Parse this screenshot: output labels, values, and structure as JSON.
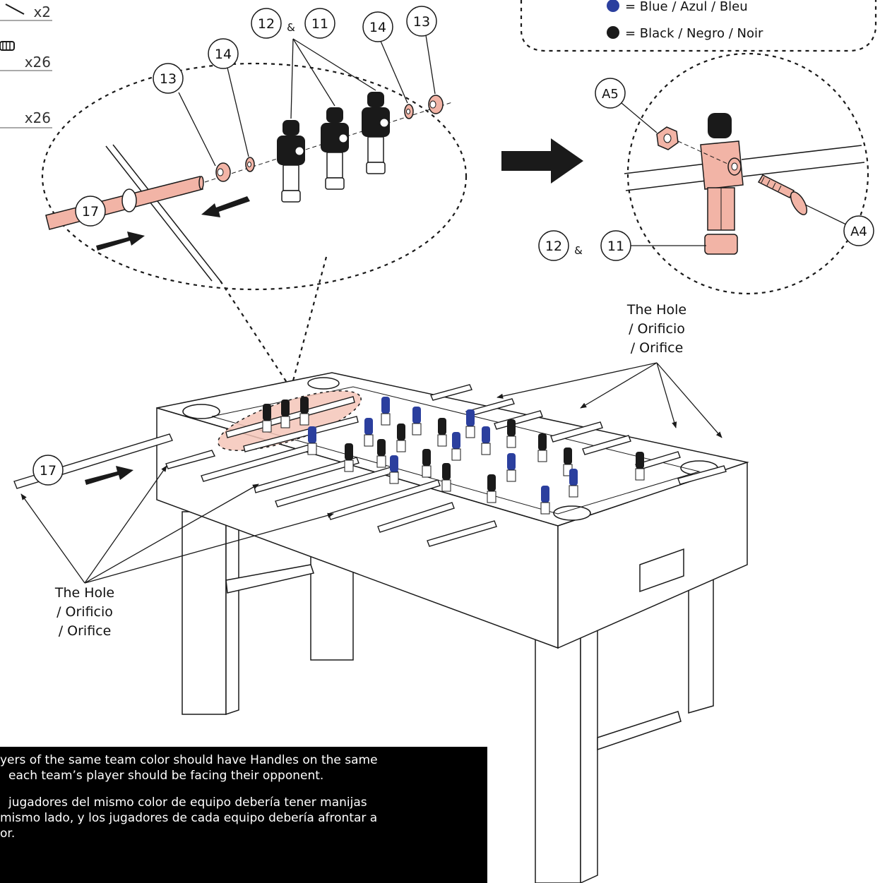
{
  "parts_list": {
    "qty_rods": "x2",
    "qty_washers_a": "x26",
    "qty_washers_b": "x26"
  },
  "callouts": {
    "rod": "17",
    "bumper_left": "13",
    "washer_left": "14",
    "player_a": "12",
    "amp1": "&",
    "player_b": "11",
    "washer_right": "14",
    "bumper_right": "13",
    "nut": "A5",
    "screw": "A4",
    "detail_player_a": "12",
    "amp2": "&",
    "detail_player_b": "11",
    "rod_table": "17"
  },
  "legend": {
    "blue": "= Blue / Azul / Bleu",
    "black": "= Black / Negro / Noir",
    "blue_color": "#2b3f9e",
    "black_color": "#1a1a1a"
  },
  "hole_label_right": {
    "line1": "The Hole",
    "line2": "/ Orificio",
    "line3": "/ Orifice"
  },
  "hole_label_left": {
    "line1": "The Hole",
    "line2": "/ Orificio",
    "line3": "/ Orifice"
  },
  "note": {
    "en_line1": "yers of the same team color should have Handles on the same",
    "en_line2": "each team’s player should be facing their opponent.",
    "es_line1": "jugadores del mismo color de equipo debería tener manijas",
    "es_line2": "mismo lado, y los jugadores de cada  equipo debería afrontar a",
    "es_line3": "or."
  },
  "colors": {
    "highlight": "#f4c6b8",
    "rod_pink": "#f2b4a6",
    "outline": "#1a1a1a"
  }
}
